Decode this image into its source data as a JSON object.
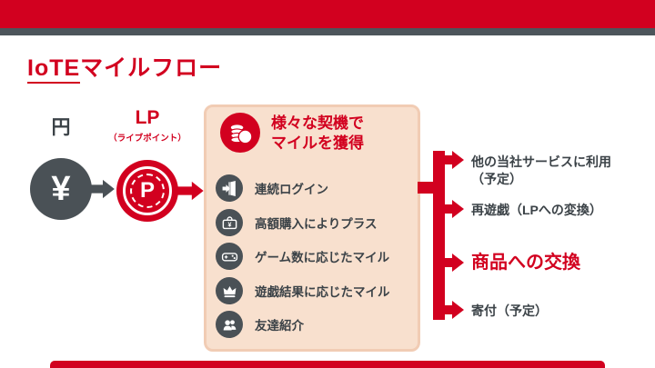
{
  "colors": {
    "accent_red": "#d2001f",
    "dark_gray": "#4a5156",
    "text_gray": "#3b4247",
    "panel_fill": "#f8e0ce",
    "panel_border": "#f1ccb4"
  },
  "title": {
    "prefix": "IoTE",
    "suffix": "マイルフロー"
  },
  "left_flow": {
    "yen_label": "円",
    "yen_symbol": "¥",
    "lp_label": "LP",
    "lp_subtitle": "（ライブポイント）",
    "lp_symbol": "P"
  },
  "acquisition_panel": {
    "heading_line1": "様々な契機で",
    "heading_line2": "マイルを獲得",
    "items": [
      {
        "icon": "login-icon",
        "label": "連続ログイン"
      },
      {
        "icon": "purchase-icon",
        "label": "高額購入によりプラス"
      },
      {
        "icon": "game-icon",
        "label": "ゲーム数に応じたマイル"
      },
      {
        "icon": "crown-icon",
        "label": "遊戯結果に応じたマイル"
      },
      {
        "icon": "friends-icon",
        "label": "友達紹介"
      }
    ]
  },
  "outcomes": [
    {
      "line1": "他の当社サービスに利用",
      "line2": "（予定）",
      "emphasis": false
    },
    {
      "line1": "再遊戯（LPへの変換）",
      "line2": "",
      "emphasis": false
    },
    {
      "line1": "商品への交換",
      "line2": "",
      "emphasis": true
    },
    {
      "line1": "寄付（予定）",
      "line2": "",
      "emphasis": false
    }
  ]
}
